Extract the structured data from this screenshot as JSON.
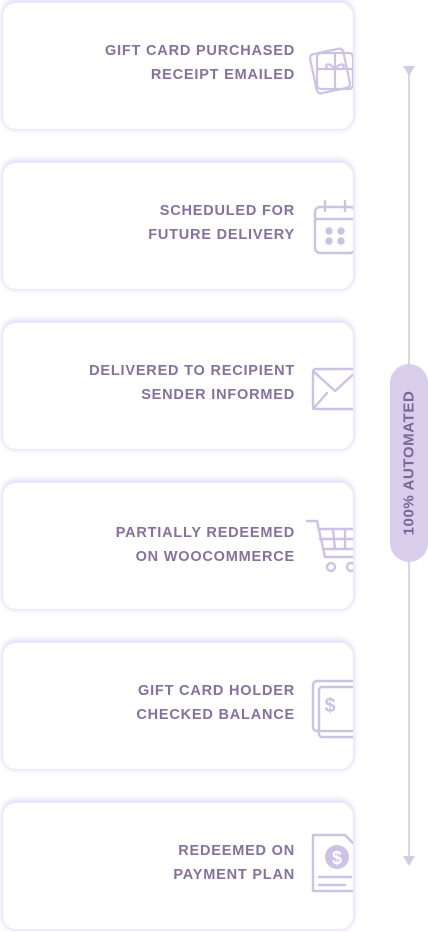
{
  "steps": [
    {
      "line1": "GIFT CARD PURCHASED",
      "line2": "RECEIPT EMAILED",
      "icon": "gift-card-icon"
    },
    {
      "line1": "SCHEDULED FOR",
      "line2": "FUTURE DELIVERY",
      "icon": "calendar-icon"
    },
    {
      "line1": "DELIVERED TO RECIPIENT",
      "line2": "SENDER INFORMED",
      "icon": "envelope-icon"
    },
    {
      "line1": "PARTIALLY REDEEMED",
      "line2": "ON WOOCOMMERCE",
      "icon": "shopping-cart-icon"
    },
    {
      "line1": "GIFT CARD HOLDER",
      "line2": "CHECKED BALANCE",
      "icon": "wallet-dollar-icon"
    },
    {
      "line1": "REDEEMED ON",
      "line2": "PAYMENT PLAN",
      "icon": "invoice-dollar-icon"
    }
  ],
  "timeline": {
    "label": "100% AUTOMATED"
  },
  "colors": {
    "text": "#86709e",
    "icon": "#ccc2e3",
    "pill": "#d8cdeb",
    "line": "#dcd5ea"
  }
}
